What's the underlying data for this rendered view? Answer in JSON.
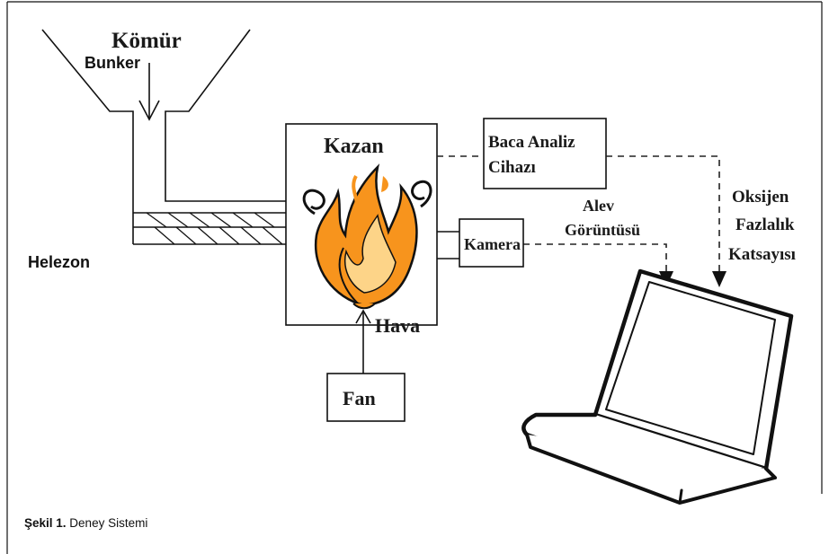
{
  "labels": {
    "komur": "Kömür",
    "bunker": "Bunker",
    "helezon": "Helezon",
    "kazan": "Kazan",
    "baca_line1": "Baca Analiz",
    "baca_line2": "Cihazı",
    "alev_line1": "Alev",
    "alev_line2": "Görüntüsü",
    "oksijen_line1": "Oksijen",
    "oksijen_line2": "Fazlalık",
    "oksijen_line3": "Katsayısı",
    "kamera": "Kamera",
    "hava": "Hava",
    "fan": "Fan"
  },
  "caption": {
    "prefix": "Şekil 1.",
    "text": " Deney Sistemi"
  },
  "colors": {
    "flame_outer": "#f7941d",
    "flame_inner": "#fdd488",
    "line": "#111111"
  },
  "icons": [
    "flame-icon",
    "laptop-icon"
  ]
}
